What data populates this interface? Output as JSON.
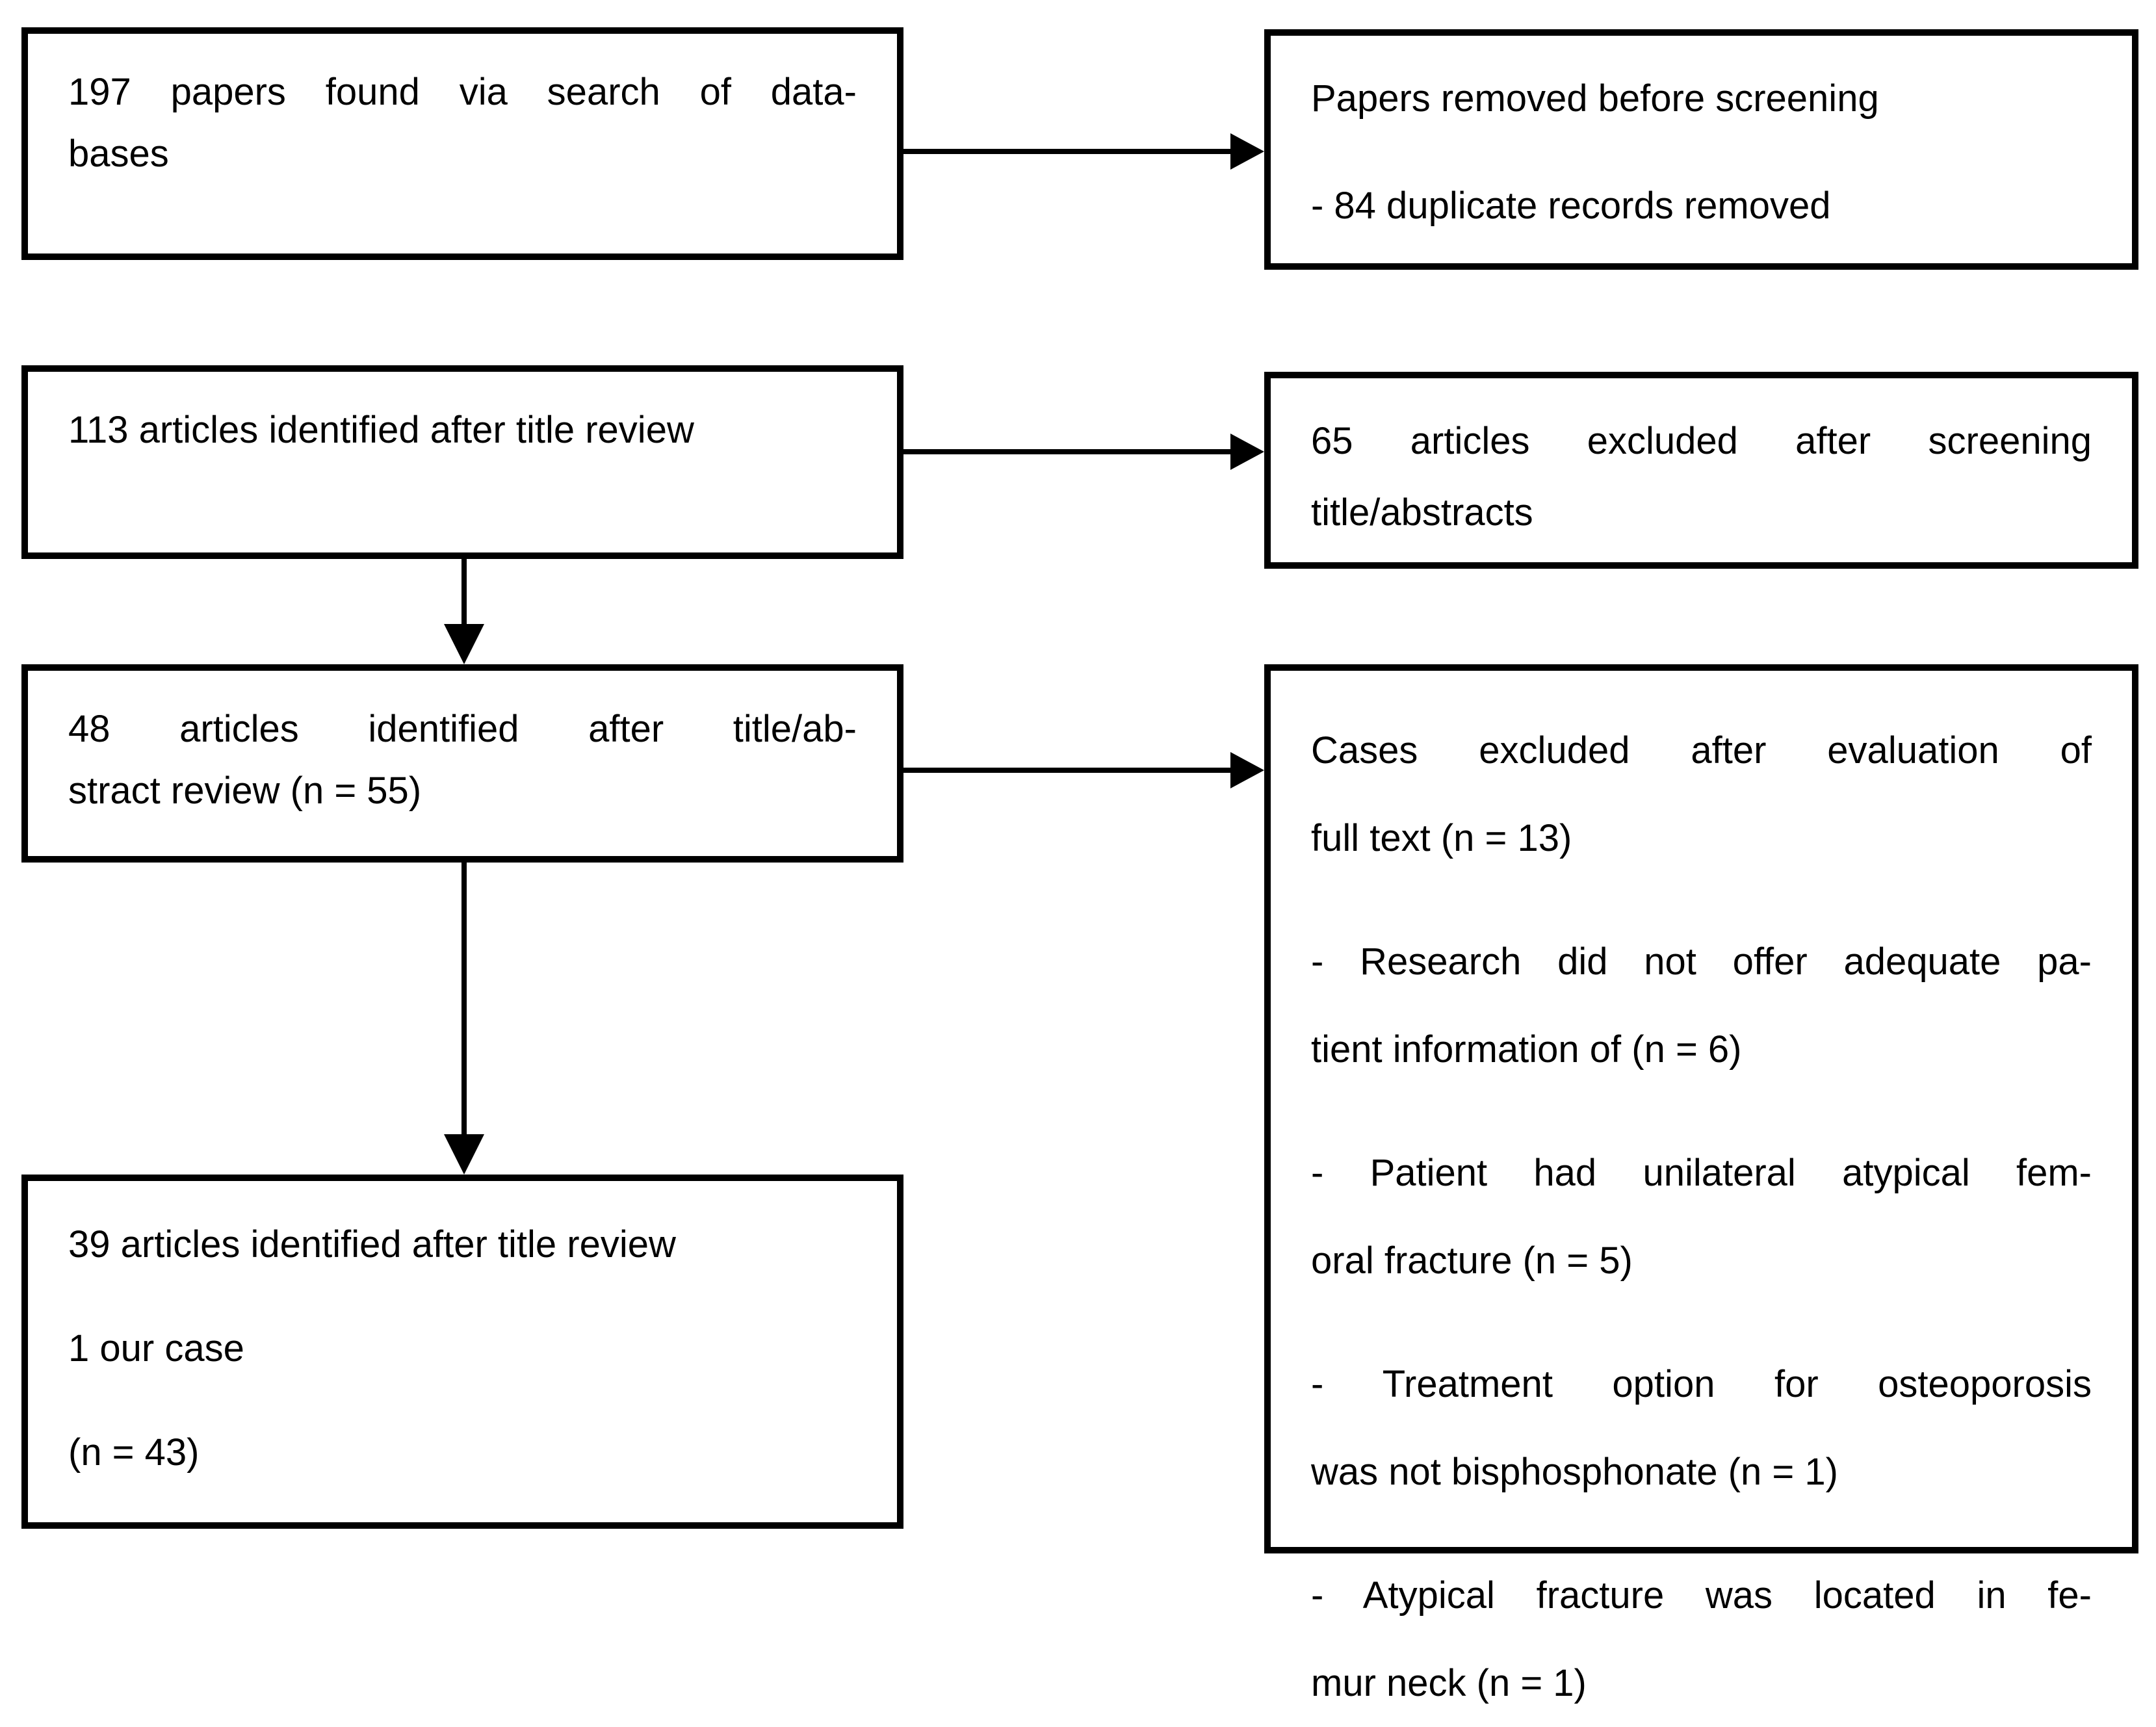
{
  "figure_type": "prisma-style-flowchart",
  "colors": {
    "border": "#000000",
    "text": "#000000",
    "background": "#ffffff"
  },
  "boxes": {
    "found": {
      "lines": [
        "197 papers found via search of data-",
        "bases"
      ]
    },
    "removed_before_screening": {
      "lines": [
        "Papers removed before screening",
        "- 84 duplicate records removed"
      ]
    },
    "title_review": {
      "lines": [
        "113 articles identified after title review"
      ]
    },
    "excluded_after_screening": {
      "lines": [
        "65 articles excluded after screening",
        "title/abstracts"
      ]
    },
    "abstract_review": {
      "lines": [
        "48 articles identified after title/ab-",
        "stract review (n = 55)"
      ]
    },
    "excluded_full_text": {
      "lines": [
        "Cases excluded after evaluation of",
        "full text (n = 13)",
        "- Research did not offer adequate pa-",
        "tient information of (n = 6)",
        "- Patient had unilateral atypical fem-",
        "oral fracture (n = 5)",
        "- Treatment option for osteoporosis",
        "was not bisphosphonate (n = 1)",
        "- Atypical fracture was located in fe-",
        "mur neck (n = 1)"
      ]
    },
    "final": {
      "lines": [
        "39 articles identified after title review",
        "1 our case",
        "(n = 43)"
      ]
    }
  }
}
